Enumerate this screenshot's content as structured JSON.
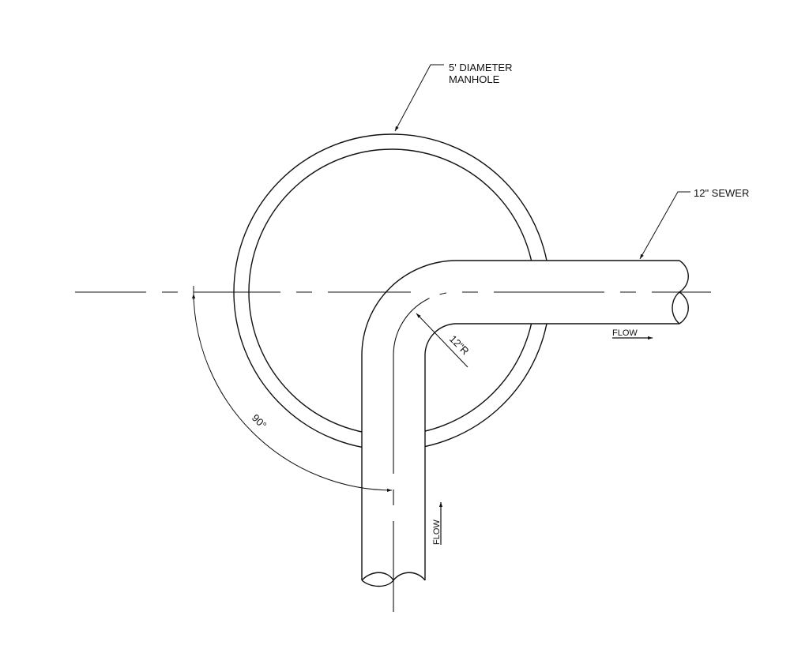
{
  "labels": {
    "manhole_line1": "5' DIAMETER",
    "manhole_line2": "MANHOLE",
    "sewer": "12\" SEWER",
    "radius": "12\"R",
    "angle": "90°",
    "flow_horizontal": "FLOW",
    "flow_vertical": "FLOW"
  },
  "colors": {
    "line": "#111111",
    "background": "#ffffff"
  }
}
